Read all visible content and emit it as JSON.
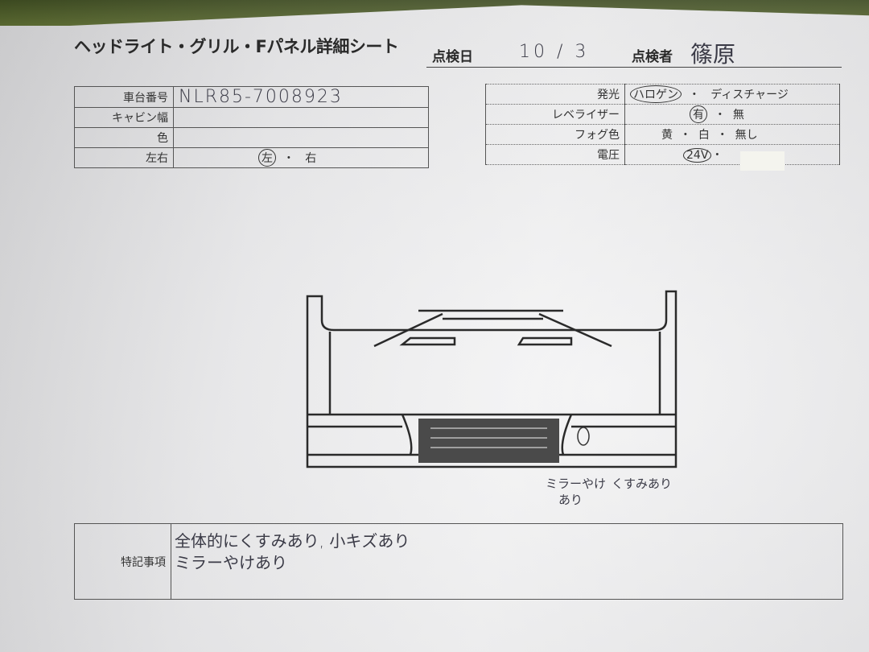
{
  "title": "ヘッドライト・グリル・Fパネル詳細シート",
  "inspection_date_label": "点検日",
  "inspection_date": "10 / 3",
  "inspector_label": "点検者",
  "inspector": "篠原",
  "left_table": [
    {
      "label": "車台番号",
      "value": "NLR85-7008923"
    },
    {
      "label": "キャビン幅",
      "value": ""
    },
    {
      "label": "色",
      "value": ""
    },
    {
      "label": "左右",
      "options": [
        "左",
        "右"
      ],
      "selected": "左"
    }
  ],
  "right_table": [
    {
      "label": "発光",
      "options": [
        "ハロゲン",
        "ディスチャージ"
      ],
      "selected": "ハロゲン"
    },
    {
      "label": "レベライザー",
      "options": [
        "有",
        "無"
      ],
      "selected": "有"
    },
    {
      "label": "フォグ色",
      "options": [
        "黄",
        "白",
        "無し"
      ]
    },
    {
      "label": "電圧",
      "options": [
        "24V"
      ],
      "selected": "24V"
    }
  ],
  "annotations": {
    "mirror_burn_1": "ミラーやけ",
    "mirror_burn_2": "あり",
    "dull": "くすみあり"
  },
  "notes": {
    "label": "特記事項",
    "line1": "全体的にくすみあり, 小キズあり",
    "line2": "ミラーやけあり"
  }
}
